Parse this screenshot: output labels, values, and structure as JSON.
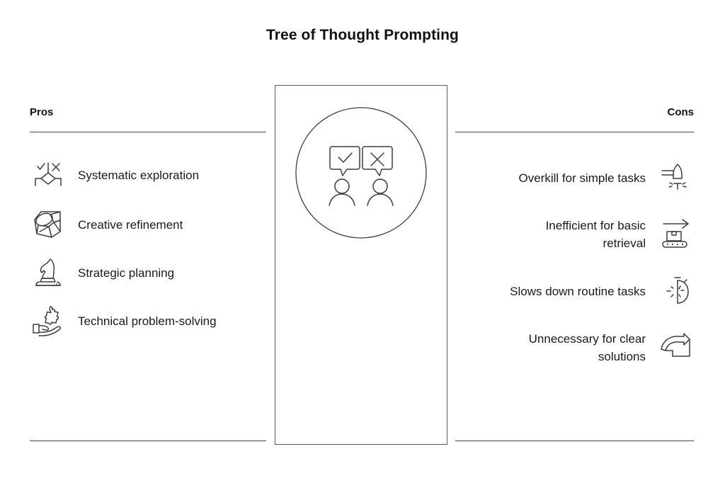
{
  "title": "Tree of Thought Prompting",
  "pros": {
    "heading": "Pros",
    "items": [
      {
        "label": "Systematic exploration",
        "icon": "decision-tree-icon"
      },
      {
        "label": "Creative refinement",
        "icon": "gem-icon"
      },
      {
        "label": "Strategic planning",
        "icon": "chess-knight-icon"
      },
      {
        "label": "Technical problem-solving",
        "icon": "hand-puzzle-icon"
      }
    ]
  },
  "cons": {
    "heading": "Cons",
    "items": [
      {
        "label": "Overkill for simple tasks",
        "icon": "bullet-target-icon"
      },
      {
        "label": "Inefficient for basic retrieval",
        "icon": "conveyor-belt-icon"
      },
      {
        "label": "Slows down routine tasks",
        "icon": "half-clock-icon"
      },
      {
        "label": "Unnecessary for clear solutions",
        "icon": "curved-arrow-icon"
      }
    ]
  },
  "center": {
    "illustration": "two-people-speech-bubbles-check-cross",
    "bubbles": [
      "check-mark",
      "cross-mark"
    ]
  },
  "colors": {
    "text": "#1a1a1a",
    "line": "#4a4a4a",
    "stroke": "#3d3d3d",
    "background": "#ffffff"
  }
}
